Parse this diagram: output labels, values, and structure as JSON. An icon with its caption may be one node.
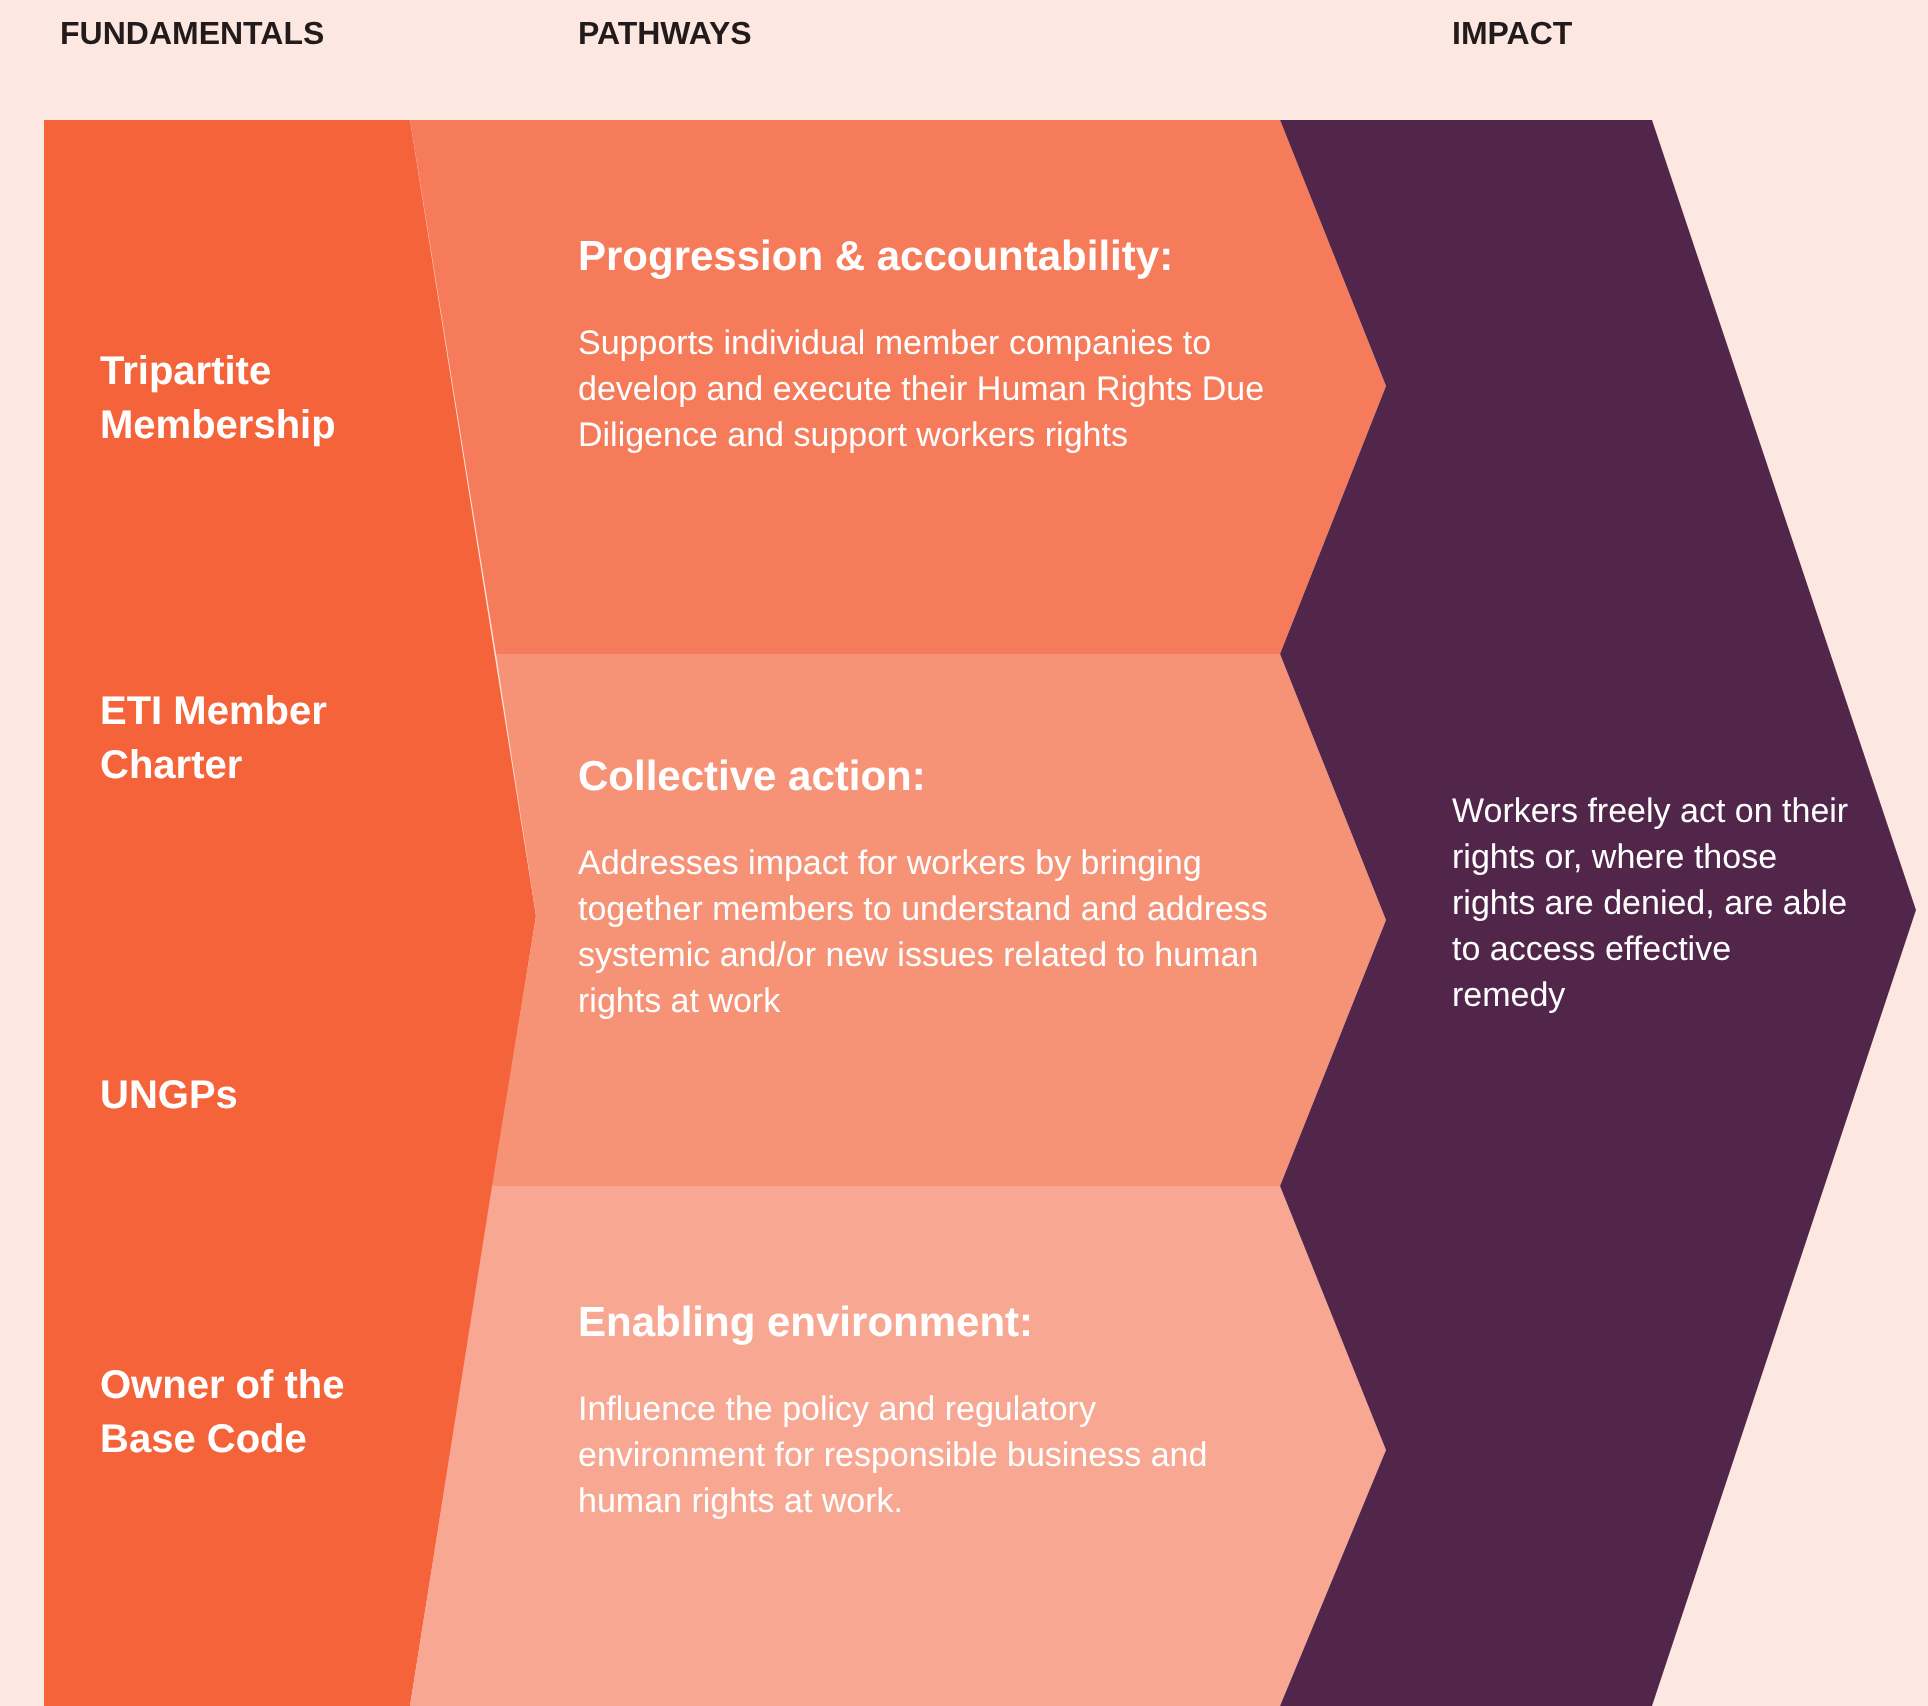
{
  "diagram": {
    "nodes": [
      {
        "text": [
          "Tripartite Membership",
          "ETI Member Charter",
          "UNGPs",
          "Owner of the Base Code"
        ]
      },
      {
        "text": [
          "Progression & accountability:",
          "Supports individual member companies to develop and execute their Human Rights Due Diligence and support workers rights"
        ]
      },
      {
        "text": [
          "Collective action:",
          "Addresses impact for workers by bringing together members to understand and address systemic and/or new issues related to human rights at work"
        ]
      },
      {
        "text": [
          "Enabling environment:",
          "Influence the policy and regulatory environment for responsible business and human rights at work."
        ]
      },
      {
        "text": [
          "Workers freely act on their rights or, where those rights are denied, are able to access effective remedy"
        ]
      }
    ],
    "labels": [
      "FUNDAMENTALS",
      "PATHWAYS",
      "IMPACT"
    ]
  }
}
